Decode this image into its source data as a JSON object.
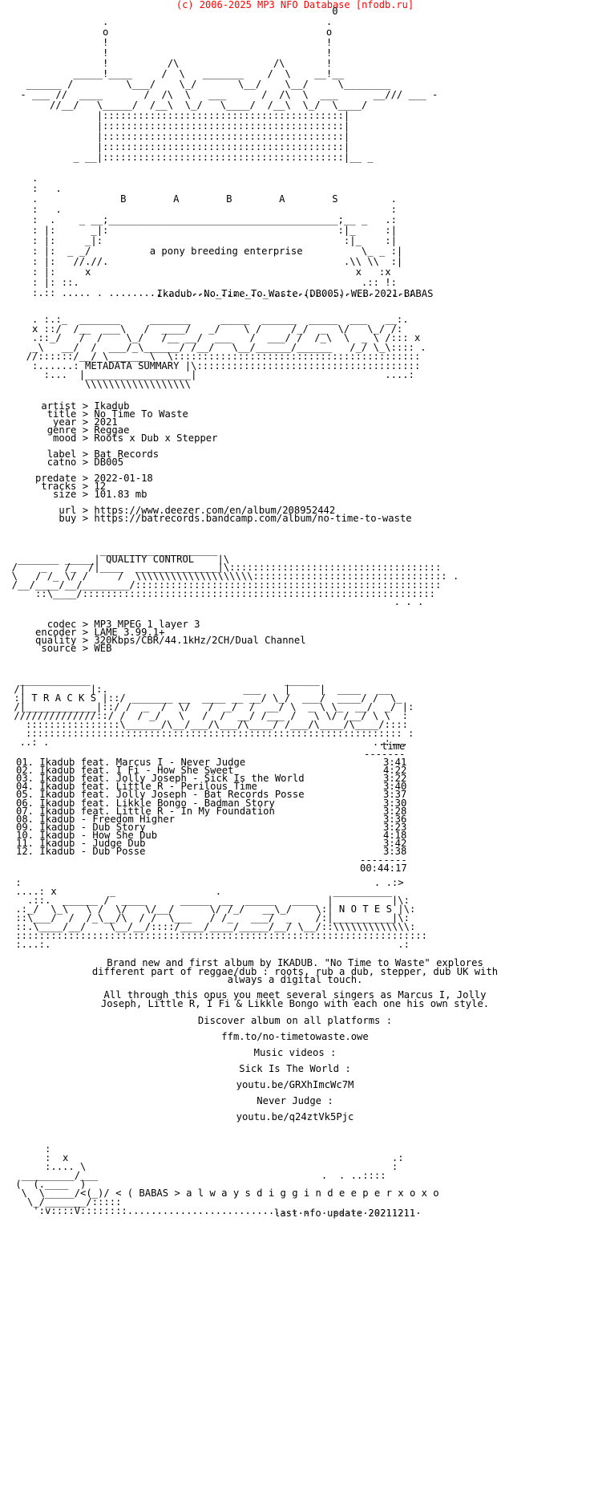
{
  "header": {
    "copyright": "(c) 2006-2025 MP3 NFO Database [nfodb.ru]"
  },
  "banner": {
    "ascii": [
      "                                                      0",
      "               .                                     .",
      "               o                                     o",
      "               !                                     !",
      "               !                                     !",
      "               !          /\\                /\\       !",
      "          _____!____     /  \\   _______    /  \\    __!__",
      "  ______ /         \\___/    \\_/       \\__/    \\__/     \\________",
      " - ___ //  ____       /  /\\  \\   ___      /  /\\  \\  ___      __/// ___ -",
      "      //__/   \\_____/  /__\\  \\_/   \\____/  /__\\  \\_/  \\____/",
      "              |:::::::::::::::::::::::::::::::::::::::::|",
      "              |:::::::::::::::::::::::::::::::::::::::::|",
      "              |:::::::::::::::::::::::::::::::::::::::::|",
      "              |:::::::::::::::::::::::::::::::::::::::::|",
      "          _ __|:::::::::::::::::::::::::::::::::::::::::|__ _",
      "",
      "   .",
      "   :   .",
      "   .              B        A        B        A        S         .",
      "   :   .                                                        :",
      "   :  .    _ __;_______________________________________;__ _   .:",
      "   : |:      _|:                                       :|_     :|",
      "   : |:     _|:                                         :|_    :|",
      "   : |:  _ _/          a pony breeding enterprise          \\_ _ :|",
      "   : |:   //.//.                                        .\\\\ \\\\  :|",
      "   : |:     x                                             x   :x",
      "   : |: ::.                                                .:: !:",
      "   :.:: ..... . ......................................... ...  ....:"
    ],
    "enterprise": "a pony breeding enterprise",
    "letters": [
      "B",
      "A",
      "B",
      "A",
      "S"
    ]
  },
  "release_name": "Ikadub--No_Time_To_Waste-(DB005)-WEB-2021-BABAS",
  "metadata_banner": [
    "   . :.:_  _______     _______     _____  ______  _____  ___   __:.",
    "   x ::/  /__  ___\\   /  ____/   _/    \\ /     /_/  _  \\/   \\_/ /:",
    "   .::_/   /  /    \\_/   /__ __/  ___   /  ___/ /  /_\\  \\  _ \\ /::: x",
    "   _\\   __/  /  ___/_\\______/ /__/   \\__/______/______   /_/ \\_\\:::: .",
    "  //::::::/__/ \\_______\\  \\::::::::::::::::::::::::::::::::::::::::::",
    "   :......: METADATA SUMMARY |\\::::::::::::::::::::::::::::::::::::::",
    "     :...  |__________________|                                ....:",
    "            \\\\\\\\\\\\\\\\\\\\\\\\\\\\\\\\\\\\"
  ],
  "metadata": {
    "title": "METADATA SUMMARY",
    "rows": [
      {
        "key": "artist",
        "value": "Ikadub"
      },
      {
        "key": "title",
        "value": "No Time To Waste"
      },
      {
        "key": "year",
        "value": "2021"
      },
      {
        "key": "genre",
        "value": "Reggae"
      },
      {
        "key": "mood",
        "value": "Roots x Dub x Stepper"
      },
      {
        "key": "",
        "value": ""
      },
      {
        "key": "label",
        "value": "Bat Records"
      },
      {
        "key": "catno",
        "value": "DB005"
      },
      {
        "key": "",
        "value": ""
      },
      {
        "key": "predate",
        "value": "2022-01-18"
      },
      {
        "key": "tracks",
        "value": "12"
      },
      {
        "key": "size",
        "value": "101.83 mb"
      },
      {
        "key": "",
        "value": ""
      },
      {
        "key": "url",
        "value": "https://www.deezer.com/en/album/208952442"
      },
      {
        "key": "buy",
        "value": "https://batrecords.bandcamp.com/album/no-time-to-waste"
      }
    ]
  },
  "quality_banner": [
    "                 ____________________",
    "   _______ _____| QUALITY CONTROL    |\\",
    "  /    _   /_  /|____  ______________|\\::::::::::::::::::::::::::::::::::::",
    "  \\   / /_ \\/ /     /  \\\\\\\\\\\\\\\\\\\\\\\\\\\\\\\\\\\\\\\\::::::::::::::::::::::::::::::::: .",
    "  /__/____/__/________/::::::::::::::::::::::::::::::::::::::::::::::::::::",
    "      ::\\____/::::::::::::::::::::::::::::::::::::::::::::::::::::::::::::",
    "                                                                   . . ."
  ],
  "quality": {
    "title": "QUALITY CONTROL",
    "rows": [
      {
        "key": "codec",
        "value": "MP3 MPEG 1 layer 3"
      },
      {
        "key": "encoder",
        "value": "LAME 3.99.1+"
      },
      {
        "key": "quality",
        "value": "320Kbps/CBR/44.1kHz/2CH/Dual Channel"
      },
      {
        "key": "source",
        "value": "WEB"
      }
    ]
  },
  "tracks_banner": [
    "  ____________                                 ______",
    " /|           |:.                       ___    |     |  ____   __",
    " :| T R A C K S |::/ _______ __  ____ __ __/ \\_/  ___/  ____/ /  \\_",
    " /|____________|::/ /  _  /  \\/   /  _/  /  __/ \\  _ \\ \\_  __/  _/ |:",
    " //////////////::/ /  / _/   \\   /  /  __/ /___ /   \\ \\/ /__/ \\ \\  :",
    "   ::::::::::::::::\\______/\\__/___/\\___/\\____/ /___/\\____/\\____/::::",
    "   :::::::::::::::::::::::::::::::::::::::::::::::::::::::::::::::: :",
    "  ..: .                                                       ..:..."
  ],
  "tracks": {
    "title": "T R A C K S",
    "time_header": "time",
    "list": [
      {
        "num": "01.",
        "name": "Ikadub feat. Marcus I - Never Judge",
        "time": "3:41"
      },
      {
        "num": "02.",
        "name": "Ikadub feat. I Fi - How She Sweet",
        "time": "4:22"
      },
      {
        "num": "03.",
        "name": "Ikadub feat. Jolly Joseph - Sick Is the World",
        "time": "3:22"
      },
      {
        "num": "04.",
        "name": "Ikadub feat. Little R - Perilous Time",
        "time": "3:40"
      },
      {
        "num": "05.",
        "name": "Ikadub feat. Jolly Joseph - Bat Records Posse",
        "time": "3:37"
      },
      {
        "num": "06.",
        "name": "Ikadub feat. Likkle Bongo - Badman Story",
        "time": "3:30"
      },
      {
        "num": "07.",
        "name": "Ikadub feat. Little R - In My Foundation",
        "time": "3:28"
      },
      {
        "num": "08.",
        "name": "Ikadub - Freedom Higher",
        "time": "3:36"
      },
      {
        "num": "09.",
        "name": "Ikadub - Dub Story",
        "time": "3:23"
      },
      {
        "num": "10.",
        "name": "Ikadub - How She Dub",
        "time": "4:18"
      },
      {
        "num": "11.",
        "name": "Ikadub - Judge Dub",
        "time": "3:42"
      },
      {
        "num": "12.",
        "name": "Ikadub - Dub Posse",
        "time": "3:38"
      }
    ],
    "total": "00:44:17"
  },
  "notes_banner": [
    " :                                                            . .:>",
    " ....: x         _                 .                   __________",
    "   .::.  ______ /  ____      _____  __  _____   ____  |          |\\:",
    " .:_/  \\_\\   \\ /  \\/   \\/__/      \\/ /_/   __\\_/    \\:| N O T E S |\\:",
    " ::\\___/  /  /_\\__/\\  / /  \\___   / /_   ___/  _    /:|__________|\\:",
    " ::.\\____/__/    \\__/__/::::/____/____/_____/__/ \\__/::\\\\\\\\\\\\\\\\\\\\\\\\\\:",
    " ::::::::::::::::::::::::::::::::::::::::::::::::::::::::::::::::::::::",
    " :...:.                                                           .:"
  ],
  "notes": {
    "title": "N O T E S",
    "para1": [
      "Brand new and first album by IKADUB. \"No Time to Waste\" explores",
      "different part of reggae/dub : roots, rub a dub, stepper, dub UK with",
      "always a digital touch."
    ],
    "para2": [
      "All through this opus you meet several singers as Marcus I, Jolly",
      "Joseph, Little R, I Fi & Likkle Bongo with each one his own style."
    ],
    "lines": [
      "Discover album on all platforms :",
      "ffm.to/no-timetowaste.owe",
      "Music videos :",
      "Sick Is The World :",
      "youtu.be/GRXhImcWc7M",
      "Never Judge :",
      "youtu.be/q24ztVk5Pjc"
    ]
  },
  "footer": {
    "ascii": [
      "      :",
      "      :  x                                                       .:",
      "      :.... \\                                                    :",
      "  _________/___                                      .  . ..::::",
      " (  (.____  )",
      "  \\  \\_____/<(_)/ < ( BABAS > a l w a y s d i g g i n d e e p e r x o x o",
      "   \\_/_______/:::::",
      "    ':v::::V::::::::...............................  . ..............."
    ],
    "motto": "< ( BABAS > a l w a y s d i g g i n d e e p e r x o x o",
    "last_update": "last nfo update 20211211"
  }
}
